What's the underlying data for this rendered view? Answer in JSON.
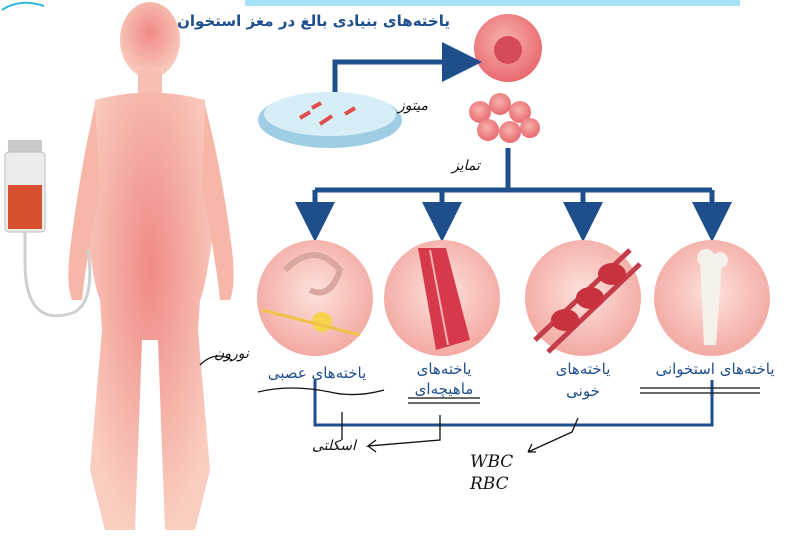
{
  "colors": {
    "arrow": "#1f4e8c",
    "label_text": "#1f4e8c",
    "body_fill": "#f6b6a8",
    "cell_pink": "#ef8c8c",
    "highlight": "#7fd6f0",
    "handwriting": "#111111",
    "iv_bag": "#d9502e"
  },
  "icons": [
    "human-body-figure",
    "iv-bag-icon",
    "petri-dish-icon",
    "stem-cell-icon",
    "cell-cluster-icon",
    "nerve-cell-icon",
    "muscle-cell-icon",
    "blood-cell-icon",
    "bone-cell-icon"
  ],
  "title": "یاخته‌های بنیادی بالغ در مغز استخوان",
  "handwritten": {
    "mitosis": "میتوز",
    "differentiation": "تمایز",
    "neuron": "نورون",
    "wbc": "WBC",
    "rbc": "RBC",
    "muscle_note": "اسکلتی"
  },
  "cell_types": [
    {
      "key": "bone",
      "line1": "یاخته‌های استخوانی",
      "line2": ""
    },
    {
      "key": "blood",
      "line1": "یاخته‌های",
      "line2": "خونی"
    },
    {
      "key": "muscle",
      "line1": "یاخته‌های",
      "line2": "ماهیچه‌ای"
    },
    {
      "key": "nerve",
      "line1": "یاخته‌های عصبی",
      "line2": ""
    }
  ]
}
